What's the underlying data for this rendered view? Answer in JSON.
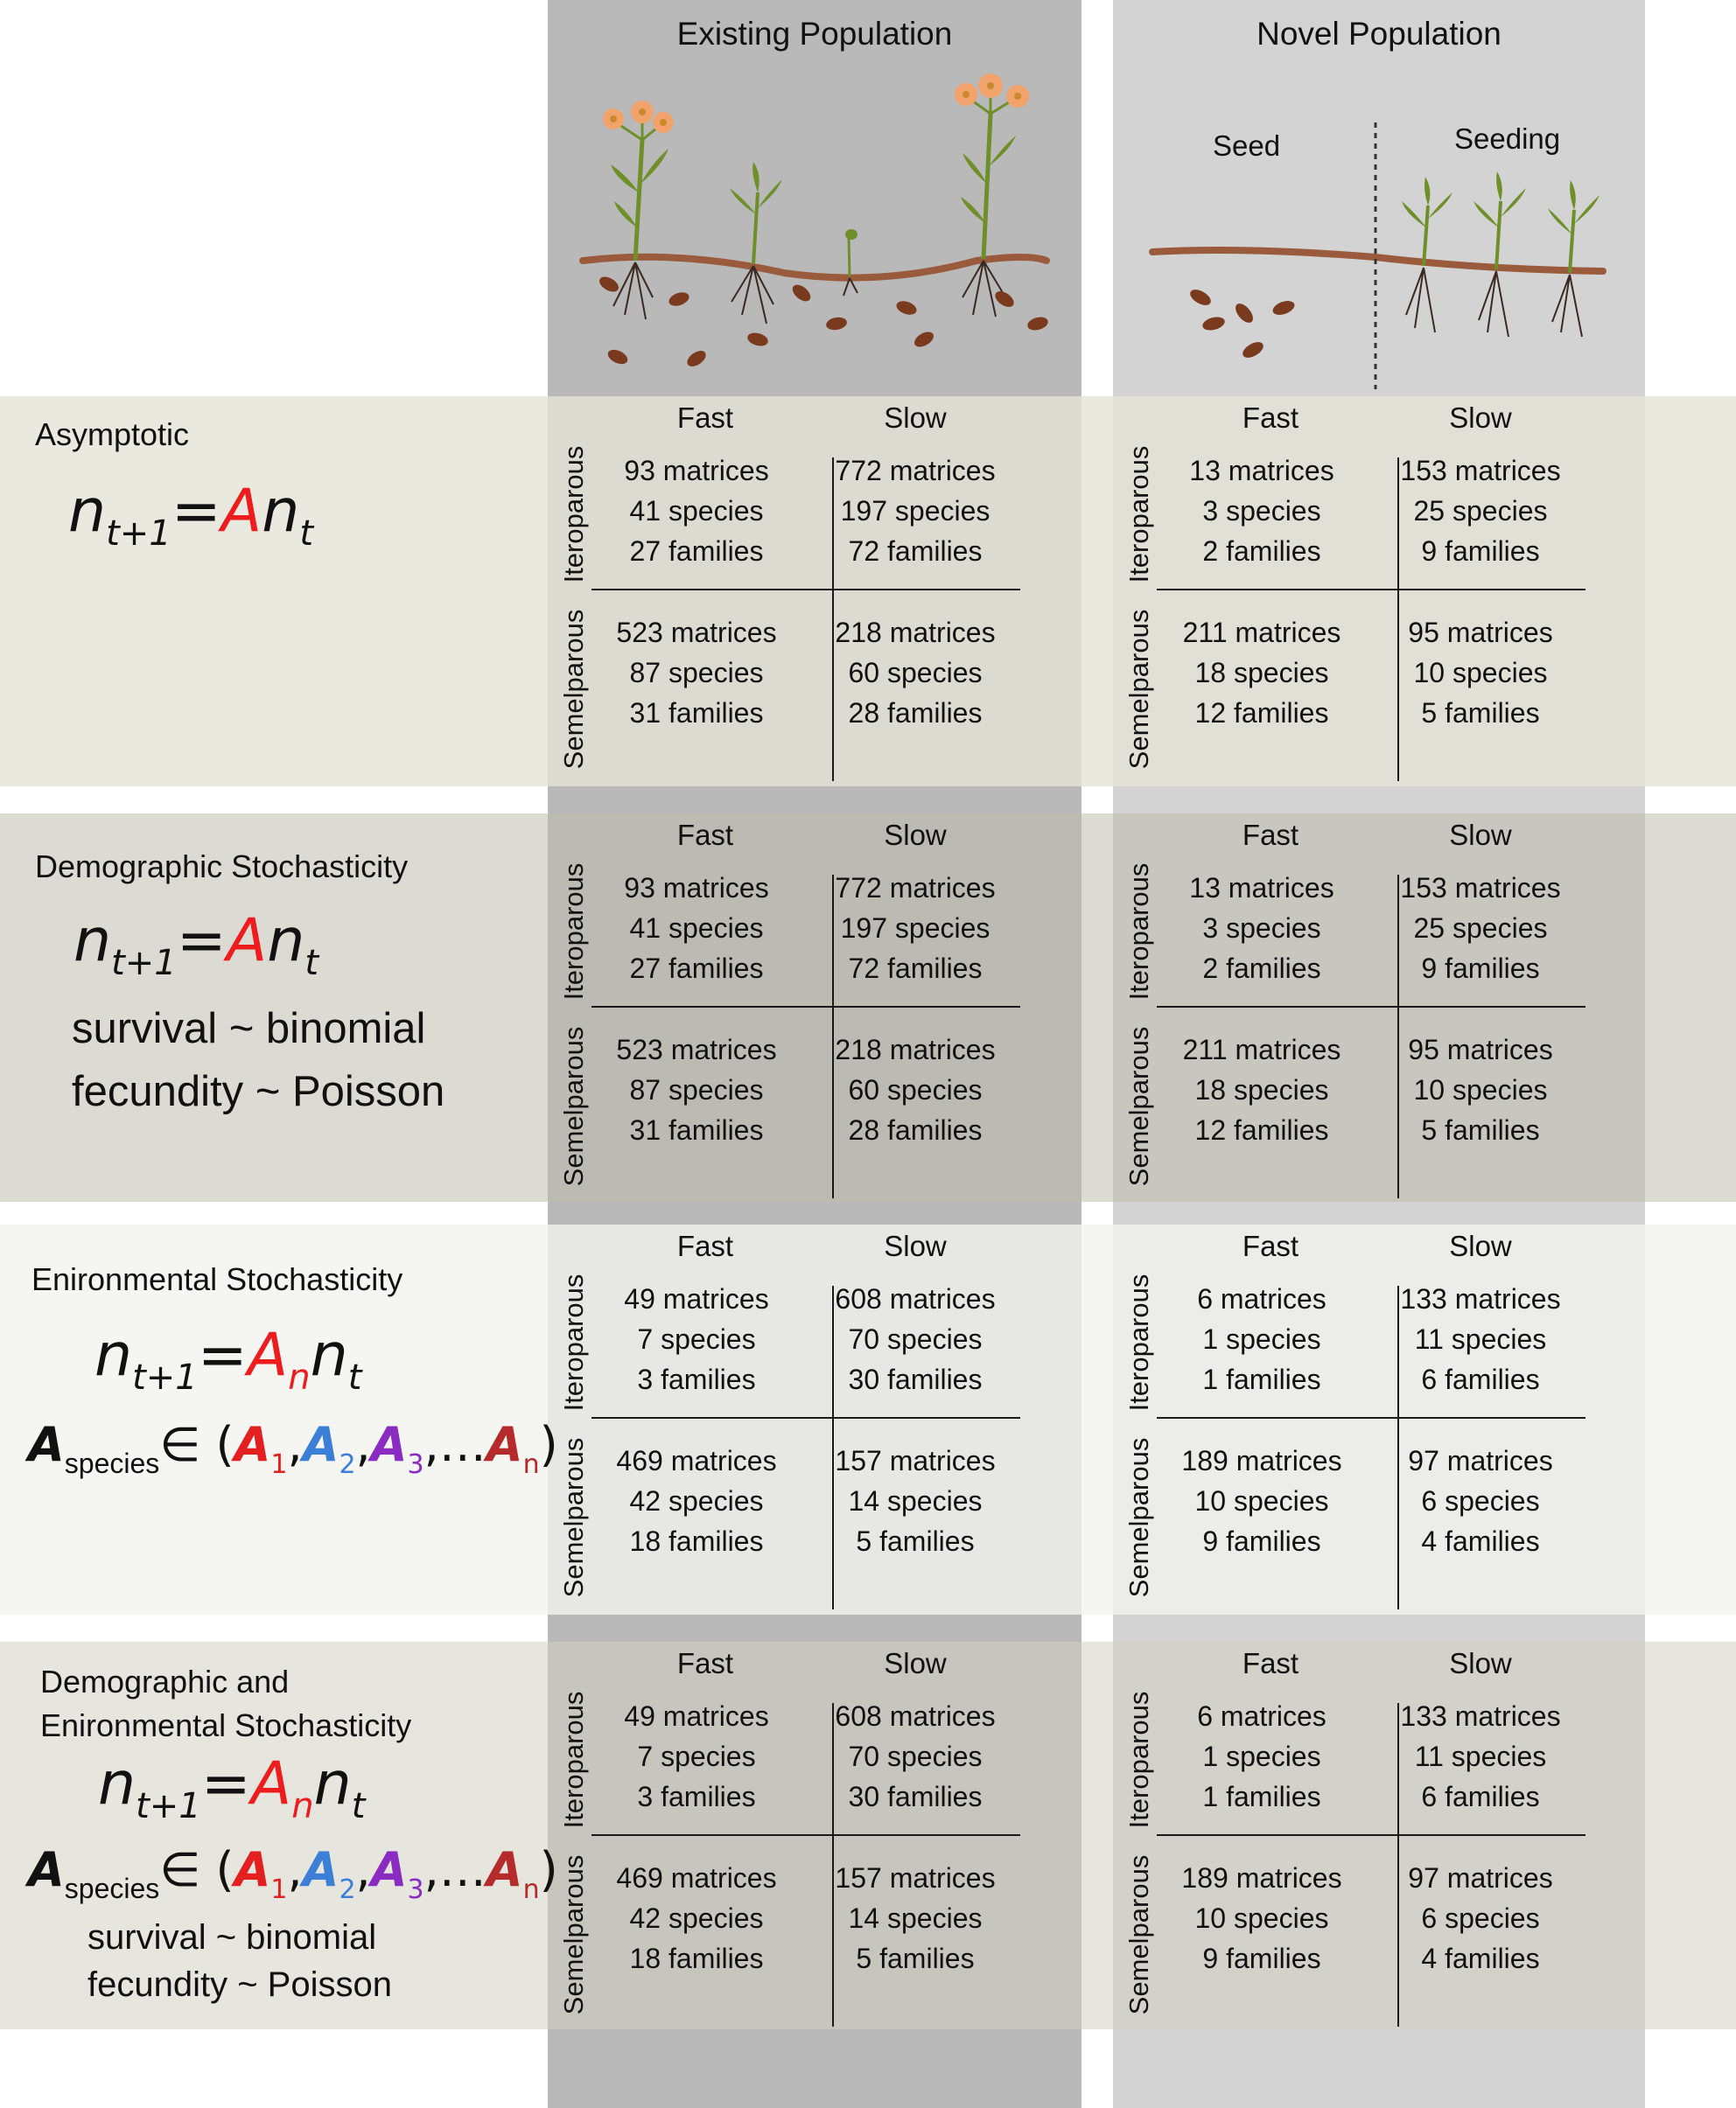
{
  "columns": {
    "existing": "Existing Population",
    "novel": "Novel Population",
    "seed": "Seed",
    "seeding": "Seeding"
  },
  "grid_labels": {
    "fast": "Fast",
    "slow": "Slow",
    "iteroparous": "Iteroparous",
    "semelparous": "Semelparous"
  },
  "rows": [
    {
      "label": [
        "Asymptotic"
      ],
      "lines": [],
      "existing": {
        "ite_fast": [
          "93 matrices",
          "41 species",
          "27 families"
        ],
        "ite_slow": [
          "772 matrices",
          "197 species",
          "72 families"
        ],
        "sem_fast": [
          "523 matrices",
          "87 species",
          "31 families"
        ],
        "sem_slow": [
          "218 matrices",
          "60 species",
          "28 families"
        ]
      },
      "novel": {
        "ite_fast": [
          "13 matrices",
          "3 species",
          "2 families"
        ],
        "ite_slow": [
          "153 matrices",
          "25 species",
          "9 families"
        ],
        "sem_fast": [
          "211 matrices",
          "18 species",
          "12 families"
        ],
        "sem_slow": [
          "95 matrices",
          "10 species",
          "5 families"
        ]
      }
    },
    {
      "label": [
        "Demographic Stochasticity"
      ],
      "lines": [
        "survival ~ binomial",
        "fecundity ~ Poisson"
      ],
      "existing": {
        "ite_fast": [
          "93 matrices",
          "41 species",
          "27 families"
        ],
        "ite_slow": [
          "772 matrices",
          "197 species",
          "72 families"
        ],
        "sem_fast": [
          "523 matrices",
          "87 species",
          "31 families"
        ],
        "sem_slow": [
          "218 matrices",
          "60 species",
          "28 families"
        ]
      },
      "novel": {
        "ite_fast": [
          "13 matrices",
          "3 species",
          "2 families"
        ],
        "ite_slow": [
          "153 matrices",
          "25 species",
          "9 families"
        ],
        "sem_fast": [
          "211 matrices",
          "18 species",
          "12 families"
        ],
        "sem_slow": [
          "95 matrices",
          "10 species",
          "5 families"
        ]
      }
    },
    {
      "label": [
        "Enironmental Stochasticity"
      ],
      "lines": [],
      "existing": {
        "ite_fast": [
          "49 matrices",
          "7 species",
          "3 families"
        ],
        "ite_slow": [
          "608 matrices",
          "70 species",
          "30 families"
        ],
        "sem_fast": [
          "469 matrices",
          "42 species",
          "18 families"
        ],
        "sem_slow": [
          "157 matrices",
          "14 species",
          "5 families"
        ]
      },
      "novel": {
        "ite_fast": [
          "6 matrices",
          "1 species",
          "1 families"
        ],
        "ite_slow": [
          "133 matrices",
          "11 species",
          "6 families"
        ],
        "sem_fast": [
          "189 matrices",
          "10 species",
          "9 families"
        ],
        "sem_slow": [
          "97 matrices",
          "6 species",
          "4 families"
        ]
      }
    },
    {
      "label": [
        "Demographic and",
        "Enironmental Stochasticity"
      ],
      "lines": [
        "survival ~ binomial",
        "fecundity ~ Poisson"
      ],
      "existing": {
        "ite_fast": [
          "49 matrices",
          "7 species",
          "3 families"
        ],
        "ite_slow": [
          "608 matrices",
          "70 species",
          "30 families"
        ],
        "sem_fast": [
          "469 matrices",
          "42 species",
          "18 families"
        ],
        "sem_slow": [
          "157 matrices",
          "14 species",
          "5 families"
        ]
      },
      "novel": {
        "ite_fast": [
          "6 matrices",
          "1 species",
          "1 families"
        ],
        "ite_slow": [
          "133 matrices",
          "11 species",
          "6 families"
        ],
        "sem_fast": [
          "189 matrices",
          "10 species",
          "9 families"
        ],
        "sem_slow": [
          "97 matrices",
          "6 species",
          "4 families"
        ]
      }
    }
  ],
  "formula": {
    "n": "n",
    "t_plus_1": "t+1",
    "equals": "=",
    "A": "A",
    "t": "t",
    "n_sub": "n",
    "A_species": "A",
    "species": "species",
    "element_of": "∈",
    "open": " (",
    "A1_sub": "1",
    "A2_sub": "2",
    "A3_sub": "3",
    "comma": ",",
    "ellipsis": ",…",
    "close": ")"
  },
  "colors": {
    "existing_column": "#b9b9b9",
    "novel_column": "#d3d3d3",
    "formula_red": "#ee1c1c",
    "A1": "#e31f1f",
    "A2": "#3b7fd6",
    "A3": "#8a2bc2",
    "An": "#b52a2a",
    "petal": "#f2a36b",
    "leaf": "#6f8f2a",
    "soil": "#9a5a3c",
    "seed": "#7a3a1e"
  }
}
